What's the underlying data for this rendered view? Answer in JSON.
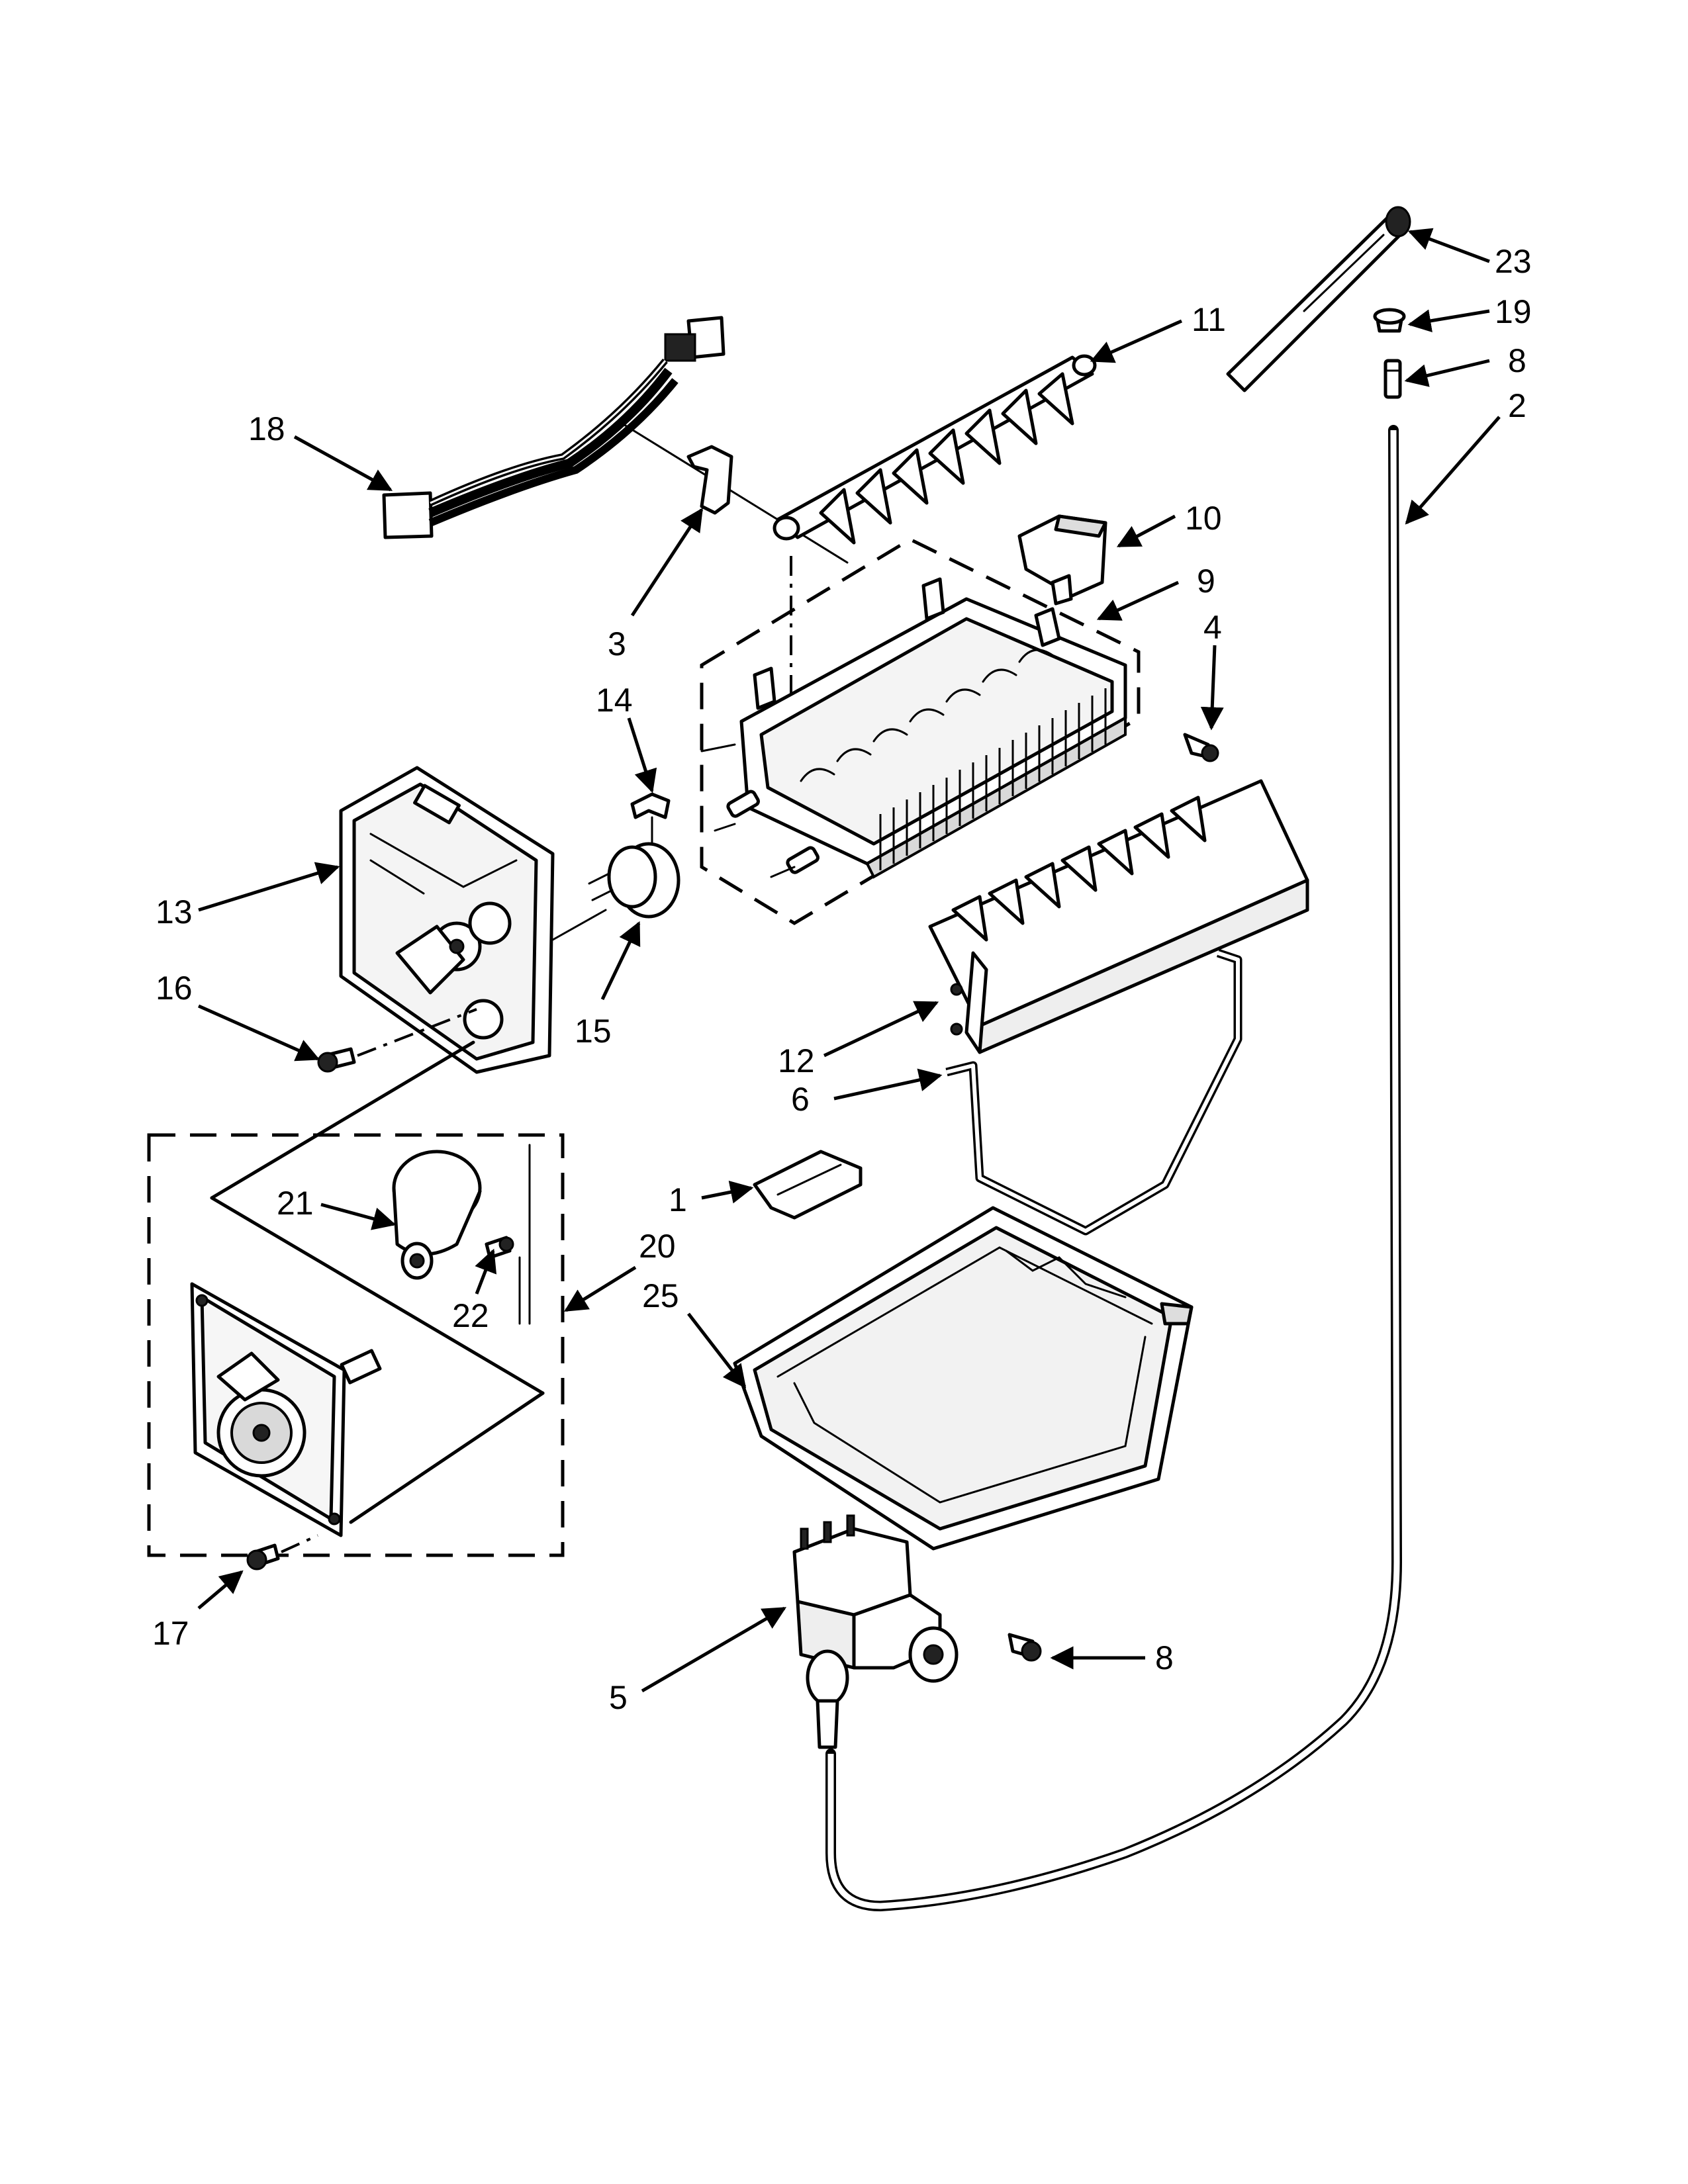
{
  "diagram": {
    "callouts": {
      "c1": "1",
      "c2": "2",
      "c3": "3",
      "c4": "4",
      "c5": "5",
      "c6": "6",
      "c8a": "8",
      "c8b": "8",
      "c9": "9",
      "c10": "10",
      "c11": "11",
      "c12": "12",
      "c13": "13",
      "c14": "14",
      "c15": "15",
      "c16": "16",
      "c17": "17",
      "c18": "18",
      "c19": "19",
      "c20": "20",
      "c21": "21",
      "c22": "22",
      "c23": "23",
      "c25": "25"
    }
  }
}
